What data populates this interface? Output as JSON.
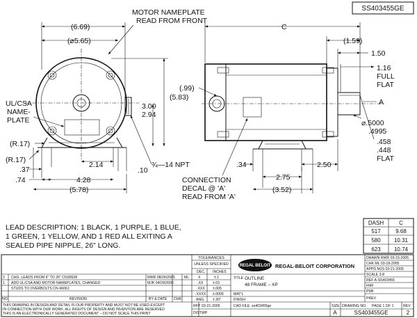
{
  "drawing_number": "SS403455GE",
  "front_view": {
    "note_nameplate": [
      "MOTOR NAMEPLATE",
      "READ FROM FRONT"
    ],
    "note_ul_csa": [
      "UL/CSA",
      "NAME-",
      "PLATE"
    ],
    "dims": {
      "overall_width": "(6.69)",
      "diameter": "(⌀5.65)",
      "height": "(5.83)",
      "shaft_height_1": "3.00",
      "shaft_height_2": "2.94",
      "r1": "(R.17)",
      "r2": "(R.17)",
      "d037": ".37",
      "d074": ".74",
      "d214": "2.14",
      "d010": ".10",
      "npt": "¾—14 NPT",
      "d428": "4.28",
      "d578": "(5.78)"
    }
  },
  "side_view": {
    "note_connection": [
      "CONNECTION",
      "DECAL @ 'A'",
      "READ FROM 'A'"
    ],
    "dims": {
      "c": "C",
      "d159": "(1.59)",
      "d150": "1.50",
      "d116": "1.16",
      "full_flat": [
        "FULL",
        "FLAT"
      ],
      "d099": "(.99)",
      "shaft_dia_1": "⌀.5000",
      "shaft_dia_2": ".4995",
      "flat_1": ".458",
      "flat_2": ".448",
      "flat_word": "FLAT",
      "d034": ".34",
      "d250": "2.50",
      "d275": "2.75",
      "d352": "(3.52)",
      "a_marker": "A"
    }
  },
  "lead_description": [
    "LEAD DESCRIPTION: 1 BLACK, 1 PURPLE, 1 BLUE,",
    "1 GREEN, 1 YELLOW, AND 1 RED ALL EXITING A",
    "SEALED PIPE NIPPLE, 26\" LONG."
  ],
  "dash_table": {
    "headers": [
      "DASH",
      "C"
    ],
    "rows": [
      [
        "517",
        "9.68"
      ],
      [
        "580",
        "10.31"
      ],
      [
        "623",
        "10.74"
      ]
    ]
  },
  "revisions": [
    {
      "no": "2",
      "desc": "CHG. LEADS FROM 6\" TO 26\"  CN39528",
      "by": "RWR 08/26/2005"
    },
    {
      "no": "1",
      "desc": "ADD UL/CSA AND MOTOR NAMEPLATES, CHANGED",
      "by": "MJK 04/29/2005"
    },
    {
      "no": "",
      "desc": "STUDS TO OVERBOLTS  CN 46061",
      "by": ""
    }
  ],
  "revision_header": {
    "no": "NO.",
    "rev": "REVISION",
    "by": "BY & DATE",
    "chk": "CHK",
    "ml": "ML"
  },
  "tolerances": {
    "title": "TOLERANCES",
    "subtitle": "UNLESS SPECIFIED",
    "cols": [
      "DEC.",
      "INCHES"
    ],
    "rows": [
      [
        "X",
        "±.1"
      ],
      [
        ".XX",
        "±.03"
      ],
      [
        ".XXX",
        "±.005"
      ],
      [
        ".XXXX",
        "±.0005"
      ]
    ],
    "ang": "ANG.",
    "ang_val": "±.30°"
  },
  "company": {
    "logo": "REGAL BELOIT",
    "name": "REGAL-BELOIT CORPORATION"
  },
  "title_block": {
    "title_label": "TITLE",
    "title_1": "OUTLINE",
    "title_2": "48 FRAME – XP",
    "matl": "MAT'L",
    "finish": "FINISH",
    "rfp": "RFP",
    "rfp_date": "03-21-2005",
    "dist": "DIST",
    "dist_val": "WP",
    "cad_file_label": "CAD FILE",
    "cad_file": "ss403455ge",
    "size_label": "SIZE",
    "size": "A",
    "drawing_no_label": "DRAWING NO.",
    "page": "PAGE 1 OF 1",
    "rev_label": "REV",
    "rev": "2"
  },
  "right_block": [
    "DRAWN RWR 03-15-2005",
    "CHK  ML 03-18-2005",
    "APPD  MJS 03-21-2005",
    "SCALE        3-8",
    "REF    A-SS403455",
    "FMF",
    "PMF",
    "PREV"
  ],
  "disclaimer": [
    "THIS DRAWING IN DESIGN AND DETAIL IS OUR PROPERTY AND MUST NOT BE USED EXCEPT",
    "IN CONNECTION WITH OUR WORK. ALL RIGHTS OF DESIGN AND INVENTION ARE RESERVED",
    "THIS IS AN ELECTRONICALLY GENERATED DOCUMENT – DO NOT SCALE THIS PRINT"
  ]
}
